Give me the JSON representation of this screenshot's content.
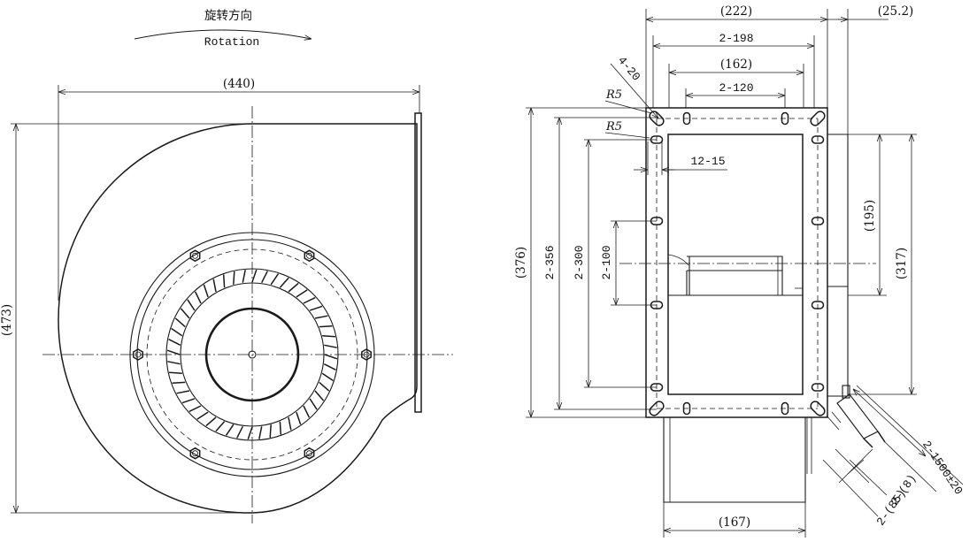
{
  "rotation": {
    "cn": "旋转方向",
    "en": "Rotation"
  },
  "front_view": {
    "width_dim": "(440)",
    "height_dim": "(473)"
  },
  "side_view": {
    "top_width": "(222)",
    "top_offset": "(25.2)",
    "hole_span_outer": "2-198",
    "hole_span_mid": "(162)",
    "hole_span_inner": "2-120",
    "hole_count": "4-20",
    "radius_1": "R5",
    "radius_2": "R5",
    "slot_size": "12-15",
    "height_outer": "(376)",
    "height_356": "2-356",
    "height_300": "2-300",
    "height_100": "2-100",
    "right_195": "(195)",
    "right_317": "(317)",
    "bottom_width": "(167)",
    "lead_length": "2-1500±20",
    "lead_8": "2-(8)",
    "lead_85": "2-(85)"
  }
}
